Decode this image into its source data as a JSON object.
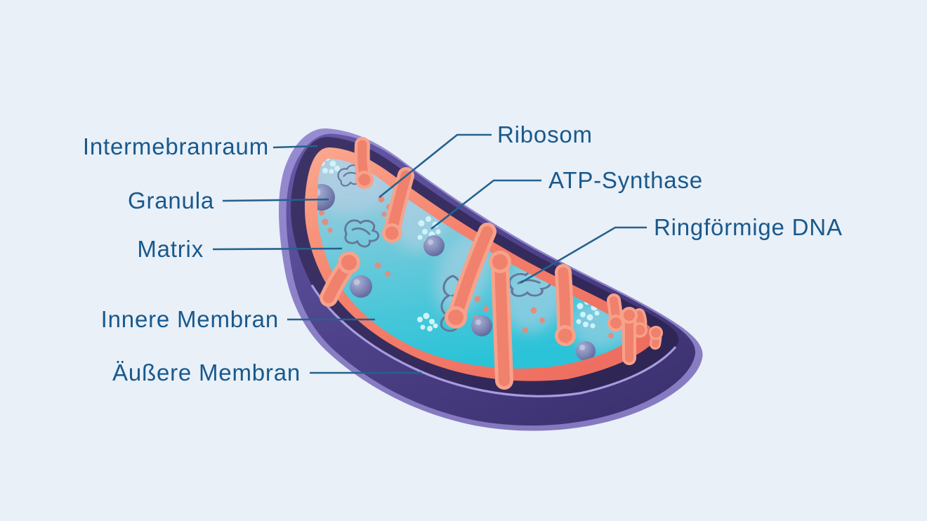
{
  "diagram": {
    "labels": {
      "intermembrane_space": "Intermebranraum",
      "granula": "Granula",
      "matrix": "Matrix",
      "inner_membrane": "Innere Membran",
      "outer_membrane": "Äußere Membran",
      "ribosome": "Ribosom",
      "atp_synthase": "ATP-Synthase",
      "circular_dna": "Ringförmige DNA"
    },
    "colors": {
      "background": "#E9F0F8",
      "label_text": "#19598C",
      "leader_line": "#26618D",
      "outer_membrane_rim": "#9086CA",
      "shell_bowl_light": "#6557A5",
      "shell_bowl_dark": "#3C3170",
      "intermembrane_space": "#372D60",
      "lip_highlight": "#A89CDE",
      "inner_membrane": "#F0816D",
      "inner_membrane_light": "#F8A58D",
      "matrix_teal": "#2EC4D9",
      "matrix_haze": "#B9D0E4",
      "granula": "#707AAB",
      "dna_strand": "#64789B",
      "ribosome_dot": "#E8897B",
      "atp_synthase_dot": "#CFF3F9"
    }
  }
}
